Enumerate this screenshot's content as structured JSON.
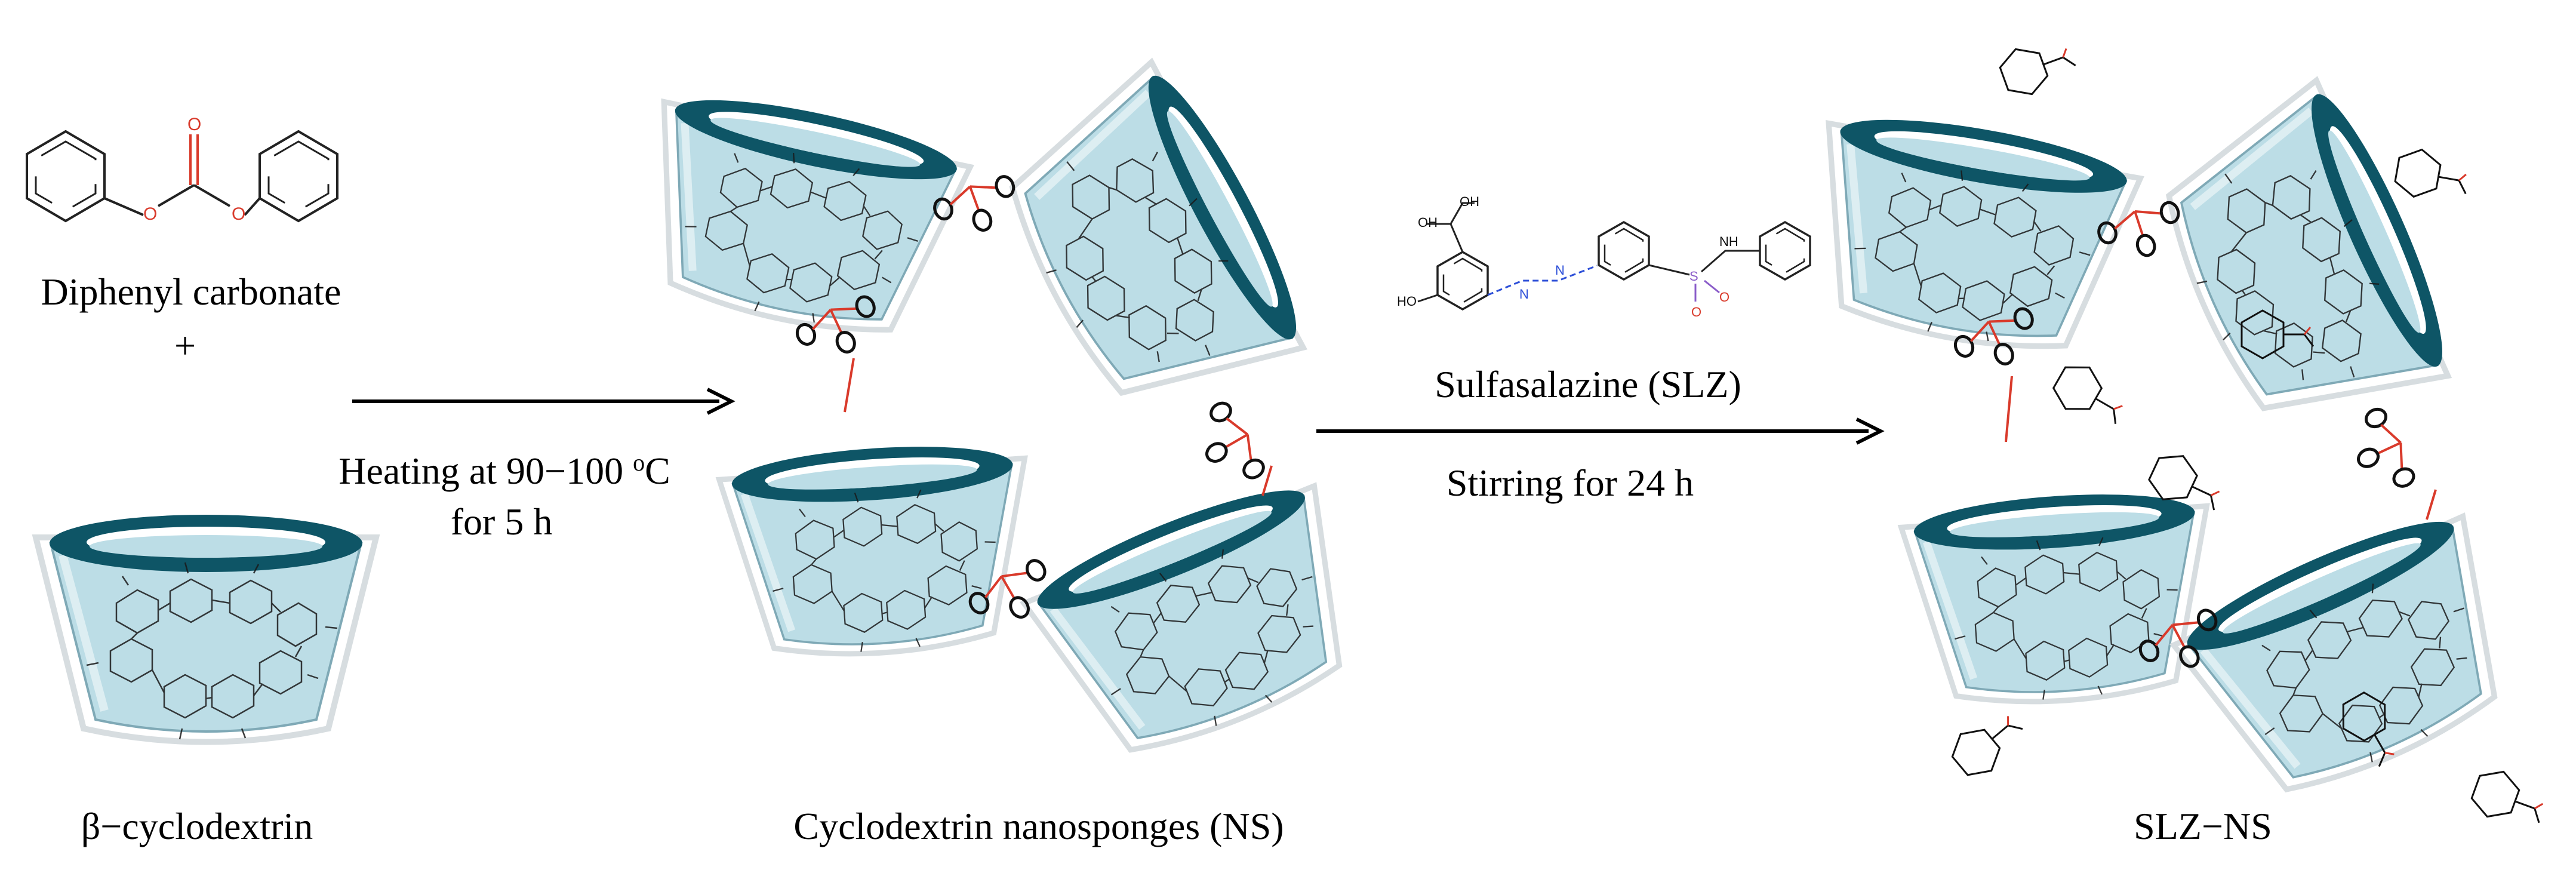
{
  "reactant_1": {
    "name": "Diphenyl carbonate",
    "plus": "+",
    "oxygen_symbol": "O"
  },
  "reactant_2": {
    "name": "β−cyclodextrin"
  },
  "step_1": {
    "condition_line_1_prefix": "Heating at 90−100 ",
    "degree": "o",
    "unit": "C",
    "condition_line_2": "for 5 h"
  },
  "product_1": {
    "name": "Cyclodextrin nanosponges (NS)"
  },
  "step_2": {
    "reagent": "Sulfasalazine (SLZ)",
    "condition": "Stirring for 24 h"
  },
  "slz_structure": {
    "oh_label": "OH",
    "ho_label": "HO",
    "nh_label": "NH",
    "n_symbol": "N",
    "s_symbol": "S",
    "o_symbol": "O"
  },
  "product_2": {
    "name": "SLZ−NS"
  },
  "colors": {
    "cone_fill": "#bcdde6",
    "cone_rim": "#0e5566",
    "linker": "#d93a2b",
    "arrow": "#000000",
    "sulfur": "#8a5cc9"
  }
}
